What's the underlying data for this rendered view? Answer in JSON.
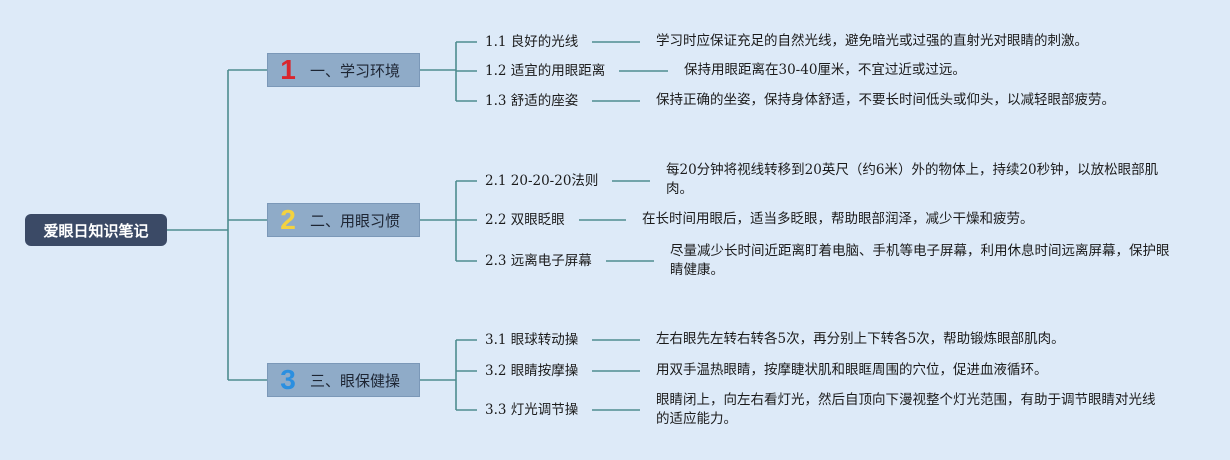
{
  "root": {
    "title": "爱眼日知识笔记"
  },
  "accent_line_color": "#4e8c8f",
  "branches": [
    {
      "num": "1",
      "num_color": "#d8262e",
      "label": "一、学习环境",
      "items": [
        {
          "label": "1.1 良好的光线",
          "desc": "学习时应保证充足的自然光线，避免暗光或过强的直射光对眼睛的刺激。"
        },
        {
          "label": "1.2 适宜的用眼距离",
          "desc": "保持用眼距离在30-40厘米，不宜过近或过远。"
        },
        {
          "label": "1.3 舒适的座姿",
          "desc": "保持正确的坐姿，保持身体舒适，不要长时间低头或仰头，以减轻眼部疲劳。"
        }
      ]
    },
    {
      "num": "2",
      "num_color": "#f3d240",
      "label": "二、用眼习惯",
      "items": [
        {
          "label": "2.1 20-20-20法则",
          "desc": "每20分钟将视线转移到20英尺（约6米）外的物体上，持续20秒钟，以放松眼部肌肉。"
        },
        {
          "label": "2.2 双眼眨眼",
          "desc": "在长时间用眼后，适当多眨眼，帮助眼部润泽，减少干燥和疲劳。"
        },
        {
          "label": "2.3 远离电子屏幕",
          "desc": "尽量减少长时间近距离盯着电脑、手机等电子屏幕，利用休息时间远离屏幕，保护眼睛健康。"
        }
      ]
    },
    {
      "num": "3",
      "num_color": "#2b8fe0",
      "label": "三、眼保健操",
      "items": [
        {
          "label": "3.1 眼球转动操",
          "desc": "左右眼先左转右转各5次，再分别上下转各5次，帮助锻炼眼部肌肉。"
        },
        {
          "label": "3.2 眼睛按摩操",
          "desc": "用双手温热眼睛，按摩睫状肌和眼眶周围的穴位，促进血液循环。"
        },
        {
          "label": "3.3 灯光调节操",
          "desc": "眼睛闭上，向左右看灯光，然后自顶向下漫视整个灯光范围，有助于调节眼睛对光线的适应能力。"
        }
      ]
    }
  ]
}
